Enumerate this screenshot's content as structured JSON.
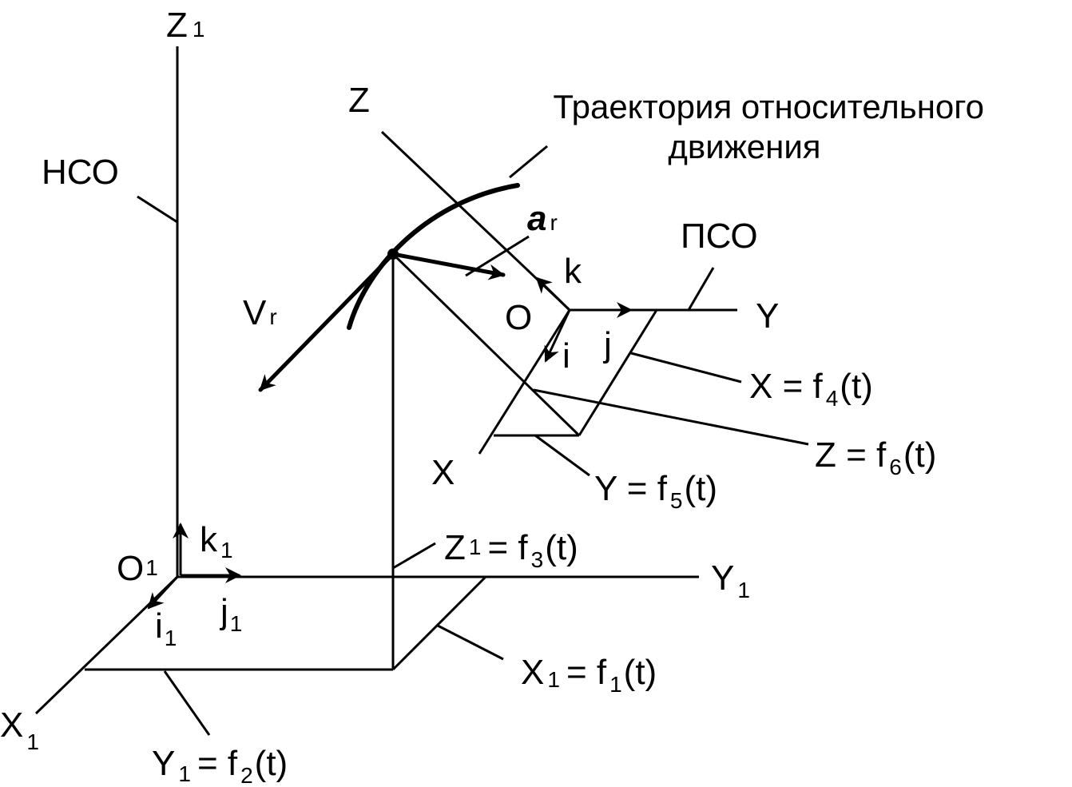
{
  "labels": {
    "z1_axis": "Z",
    "z1_axis_sub": "1",
    "nso": "НСО",
    "z_axis": "Z",
    "trajectory_line1": "Траектория относительного",
    "trajectory_line2": "движения",
    "a_r": "a",
    "a_r_sub": "r",
    "pso": "ПСО",
    "k": "k",
    "o": "O",
    "y_axis": "Y",
    "v_r": "V",
    "v_r_sub": "r",
    "i": "i",
    "j": "j",
    "x_f4": "X = f",
    "x_f4_sub": "4",
    "x_f4_tail": "(t)",
    "z_f6": "Z = f",
    "z_f6_sub": "6",
    "z_f6_tail": "(t)",
    "x_axis": "X",
    "y_f5": "Y = f",
    "y_f5_sub": "5",
    "y_f5_tail": "(t)",
    "k1": "k",
    "k1_sub": "1",
    "z1_f3": "Z",
    "z1_f3_sub1": "1",
    "z1_f3_mid": "= f",
    "z1_f3_sub2": "3",
    "z1_f3_tail": "(t)",
    "o1": "O",
    "o1_sub": "1",
    "y1_axis": "Y",
    "y1_axis_sub": "1",
    "i1": "i",
    "i1_sub": "1",
    "j1": "j",
    "j1_sub": "1",
    "x1_f1": "X",
    "x1_f1_sub1": "1",
    "x1_f1_mid": "= f",
    "x1_f1_sub2": "1",
    "x1_f1_tail": "(t)",
    "x1_axis": "X",
    "x1_axis_sub": "1",
    "y1_f2": "Y",
    "y1_f2_sub1": "1",
    "y1_f2_mid": "= f",
    "y1_f2_sub2": "2",
    "y1_f2_tail": "(t)"
  }
}
